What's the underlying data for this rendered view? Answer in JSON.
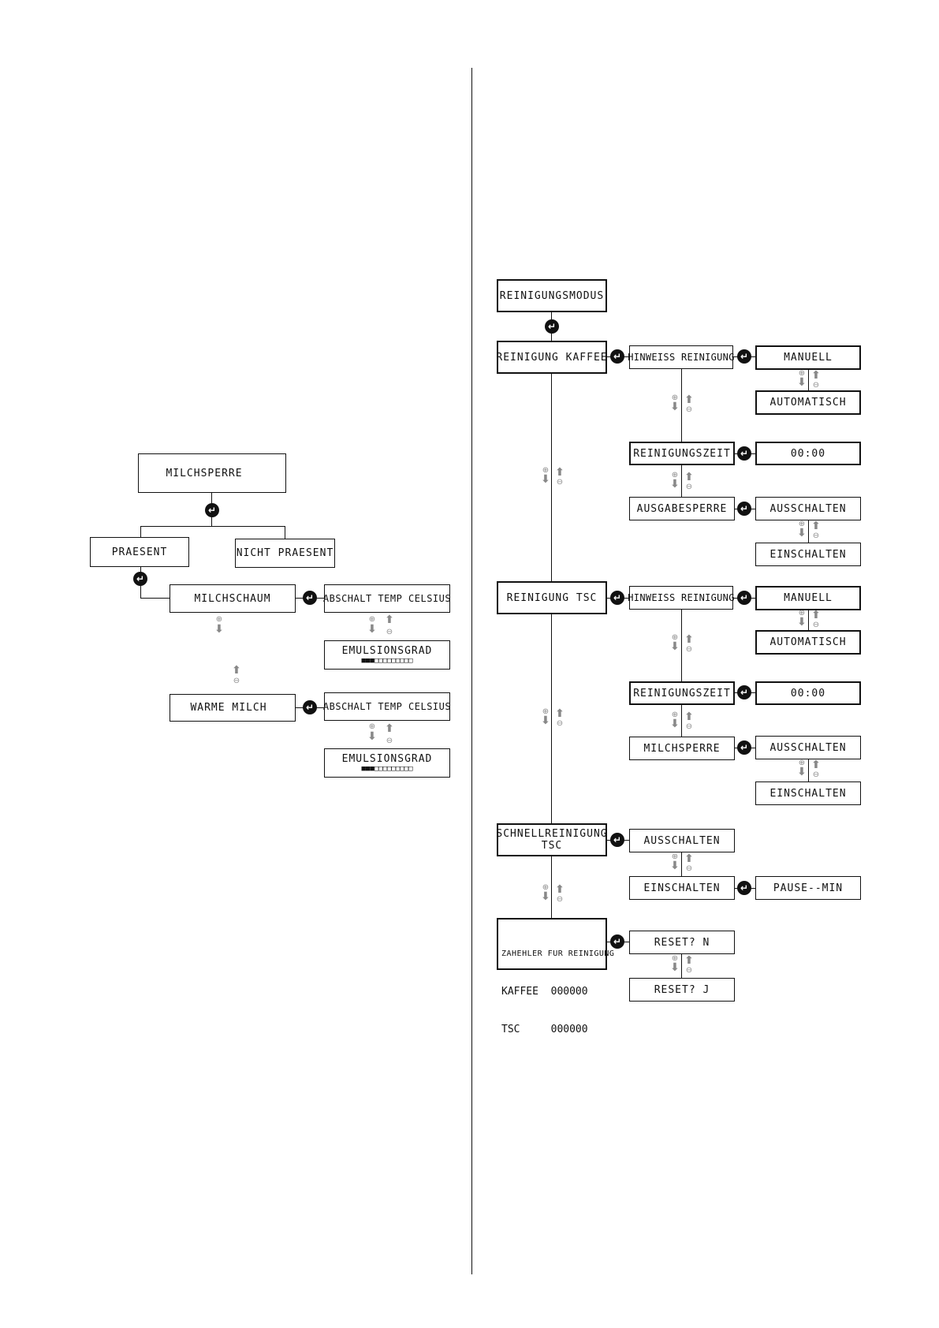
{
  "left": {
    "milchsperre": "MILCHSPERRE",
    "praesent": "PRAESENT",
    "nicht_praesent": "NICHT PRAESENT",
    "milchschaum": "MILCHSCHAUM",
    "warme_milch": "WARME MILCH",
    "abschalt_1": "ABSCHALT TEMP CELSIUS",
    "emulsion_1": "EMULSIONSGRAD",
    "emulsion_1_bar": "■■■□□□□□□□□□",
    "abschalt_2": "ABSCHALT TEMP CELSIUS",
    "emulsion_2": "EMULSIONSGRAD",
    "emulsion_2_bar": "■■■□□□□□□□□□"
  },
  "right": {
    "reinigungsmodus": "REINIGUNGSMODUS",
    "reinigung_kaffee": "REINIGUNG KAFFEE",
    "hinweis_1": "HINWEISS REINIGUNG",
    "manuell_1": "MANUELL",
    "automatisch_1": "AUTOMATISCH",
    "reinigungszeit_1": "REINIGUNGSZEIT",
    "zeit_1": "00:00",
    "ausgabesperre": "AUSGABESPERRE",
    "ausschalten_1": "AUSSCHALTEN",
    "einschalten_1": "EINSCHALTEN",
    "reinigung_tsc": "REINIGUNG TSC",
    "hinweis_2": "HINWEISS REINIGUNG",
    "manuell_2": "MANUELL",
    "automatisch_2": "AUTOMATISCH",
    "reinigungszeit_2": "REINIGUNGSZEIT",
    "zeit_2": "00:00",
    "milchsperre": "MILCHSPERRE",
    "ausschalten_2": "AUSSCHALTEN",
    "einschalten_2": "EINSCHALTEN",
    "schnellreinigung_l1": "SCHNELLREINIGUNG",
    "schnellreinigung_l2": "TSC",
    "ausschalten_3": "AUSSCHALTEN",
    "einschalten_3": "EINSCHALTEN",
    "pause": "PAUSE--MIN",
    "zaehler_title": "ZAHEHLER FUR REINIGUNG",
    "zaehler_kaffee": "KAFFEE  000000",
    "zaehler_tsc": "TSC     000000",
    "reset_n": "RESET? N",
    "reset_j": "RESET? J"
  },
  "icons": {
    "enter": "↵",
    "plus": "⊕",
    "minus": "⊖",
    "down": "⬇",
    "up": "⬆"
  }
}
